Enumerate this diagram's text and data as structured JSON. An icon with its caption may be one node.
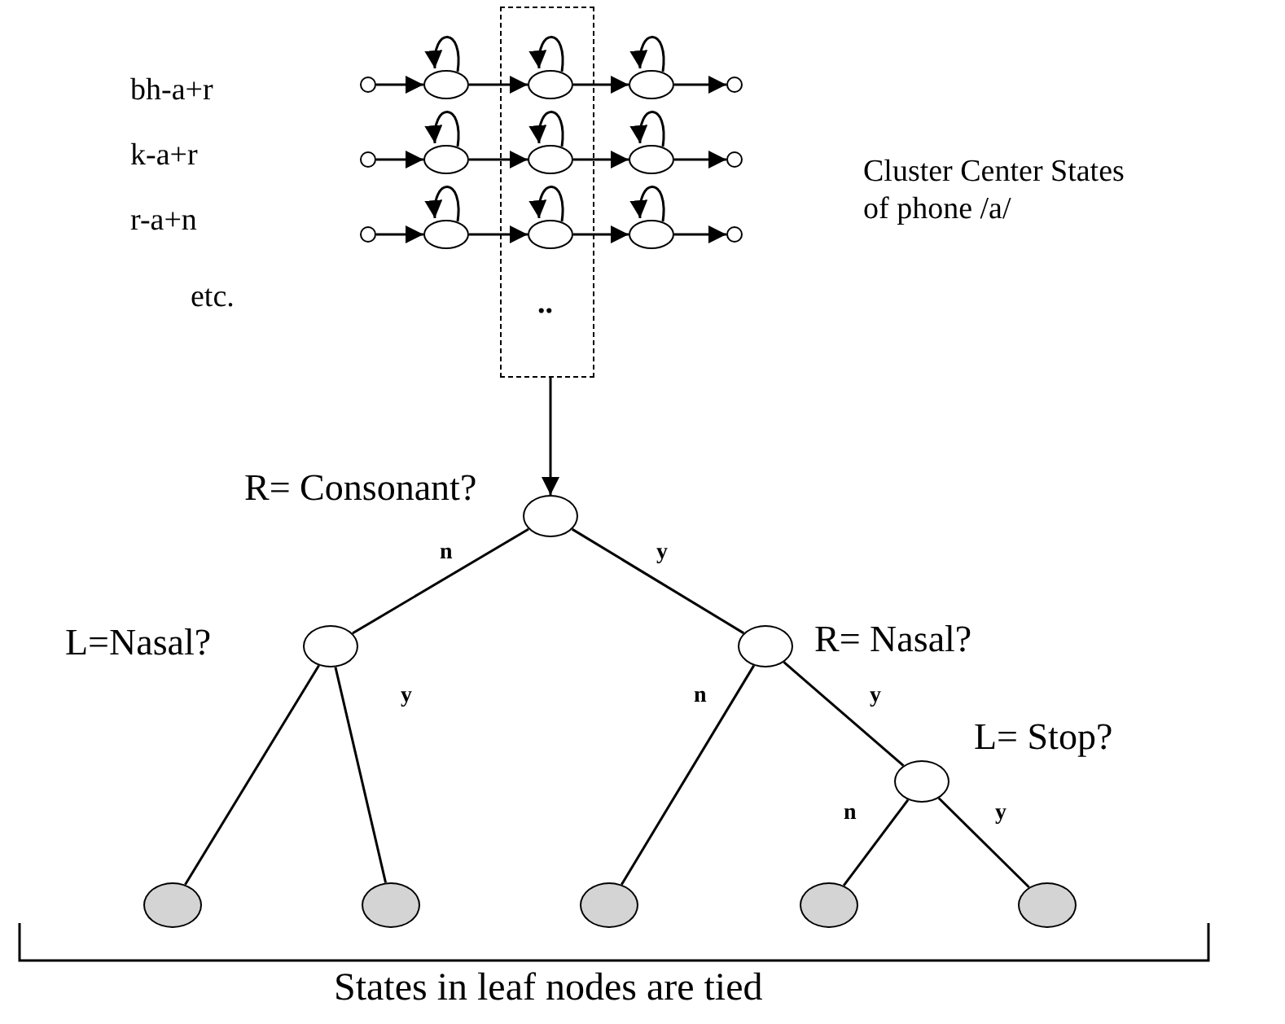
{
  "diagram": {
    "nodes": [
      {
        "text": [],
        "shape": "box"
      },
      {
        "text": [],
        "shape": "circle"
      },
      {
        "text": [],
        "shape": "circle"
      },
      {
        "text": [],
        "shape": "circle",
        "in": 0
      },
      {
        "text": [],
        "shape": "circle"
      },
      {
        "text": [],
        "shape": "circle"
      },
      {
        "text": [],
        "shape": "circle"
      },
      {
        "text": [],
        "shape": "circle"
      },
      {
        "text": [],
        "shape": "circle",
        "in": 0
      },
      {
        "text": [],
        "shape": "circle"
      },
      {
        "text": [],
        "shape": "circle"
      },
      {
        "text": [],
        "shape": "circle"
      },
      {
        "text": [],
        "shape": "circle"
      },
      {
        "text": [],
        "shape": "circle",
        "in": 0
      },
      {
        "text": [],
        "shape": "circle"
      },
      {
        "text": [],
        "shape": "circle"
      },
      {
        "text": [],
        "shape": "circle",
        "beside": [
          "R= Consonant?"
        ]
      },
      {
        "text": [],
        "shape": "circle",
        "beside": [
          "L=Nasal?"
        ]
      },
      {
        "text": [],
        "shape": "circle",
        "beside": [
          "R= Nasal?"
        ]
      },
      {
        "text": [],
        "shape": "circle",
        "beside": [
          "L= Stop?"
        ]
      },
      {
        "text": [],
        "shape": "circle"
      },
      {
        "text": [],
        "shape": "circle"
      },
      {
        "text": [],
        "shape": "circle"
      },
      {
        "text": [],
        "shape": "circle"
      },
      {
        "text": [],
        "shape": "circle"
      }
    ],
    "edges": [
      {
        "from": 1,
        "to": 2,
        "arrow": "to"
      },
      {
        "from": 2,
        "to": 2,
        "arrow": "to"
      },
      {
        "from": 2,
        "to": 3,
        "arrow": "to"
      },
      {
        "from": 3,
        "to": 3,
        "arrow": "to"
      },
      {
        "from": 3,
        "to": 4,
        "arrow": "to"
      },
      {
        "from": 4,
        "to": 4,
        "arrow": "to"
      },
      {
        "from": 4,
        "to": 5,
        "arrow": "to"
      },
      {
        "from": 6,
        "to": 7,
        "arrow": "to"
      },
      {
        "from": 7,
        "to": 7,
        "arrow": "to"
      },
      {
        "from": 7,
        "to": 8,
        "arrow": "to"
      },
      {
        "from": 8,
        "to": 8,
        "arrow": "to"
      },
      {
        "from": 8,
        "to": 9,
        "arrow": "to"
      },
      {
        "from": 9,
        "to": 9,
        "arrow": "to"
      },
      {
        "from": 9,
        "to": 10,
        "arrow": "to"
      },
      {
        "from": 11,
        "to": 12,
        "arrow": "to"
      },
      {
        "from": 12,
        "to": 12,
        "arrow": "to"
      },
      {
        "from": 12,
        "to": 13,
        "arrow": "to"
      },
      {
        "from": 13,
        "to": 13,
        "arrow": "to"
      },
      {
        "from": 13,
        "to": 14,
        "arrow": "to"
      },
      {
        "from": 14,
        "to": 14,
        "arrow": "to"
      },
      {
        "from": 14,
        "to": 15,
        "arrow": "to"
      },
      {
        "from": 0,
        "to": 16,
        "arrow": "to"
      },
      {
        "from": 16,
        "to": 17,
        "arrow": "none",
        "label": "n"
      },
      {
        "from": 16,
        "to": 18,
        "arrow": "none",
        "label": "y"
      },
      {
        "from": 17,
        "to": 20,
        "arrow": "none"
      },
      {
        "from": 17,
        "to": 21,
        "arrow": "none",
        "label": "y"
      },
      {
        "from": 18,
        "to": 22,
        "arrow": "none",
        "label": "n"
      },
      {
        "from": 18,
        "to": 19,
        "arrow": "none",
        "label": "y"
      },
      {
        "from": 19,
        "to": 23,
        "arrow": "none",
        "label": "n"
      },
      {
        "from": 19,
        "to": 24,
        "arrow": "none",
        "label": "y"
      }
    ],
    "labels": [
      "bh-a+r",
      "k-a+r",
      "Cluster Center States of phone /a/",
      "r-a+n",
      "etc.",
      "..",
      "States in leaf nodes are tied"
    ]
  }
}
